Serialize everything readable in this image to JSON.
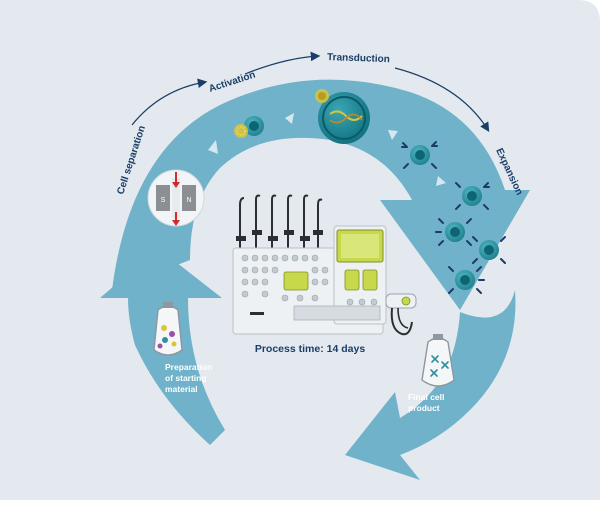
{
  "steps": {
    "cell_separation": "Cell separation",
    "activation": "Activation",
    "transduction": "Transduction",
    "expansion": "Expansion"
  },
  "bottom_labels": {
    "preparation_lines": [
      "Preparation",
      "of starting",
      "material"
    ],
    "final_lines": [
      "Final cell",
      "product"
    ]
  },
  "process_time": "Process time: 14 days",
  "magnet": {
    "south": "S",
    "north": "N"
  },
  "colors": {
    "background": "#e3e9ee",
    "arrow": "#6fb2c9",
    "arrow_dark": "#4f98b3",
    "label_text": "#1a3e68",
    "label_white": "#ffffff",
    "cell": "#2f8f9e",
    "cell_nucleus": "#0e6572",
    "receptor": "#1f3a66",
    "gold": "#d8c43a",
    "screen_green": "#c7d84a",
    "magnet_red": "#d02a2a"
  }
}
